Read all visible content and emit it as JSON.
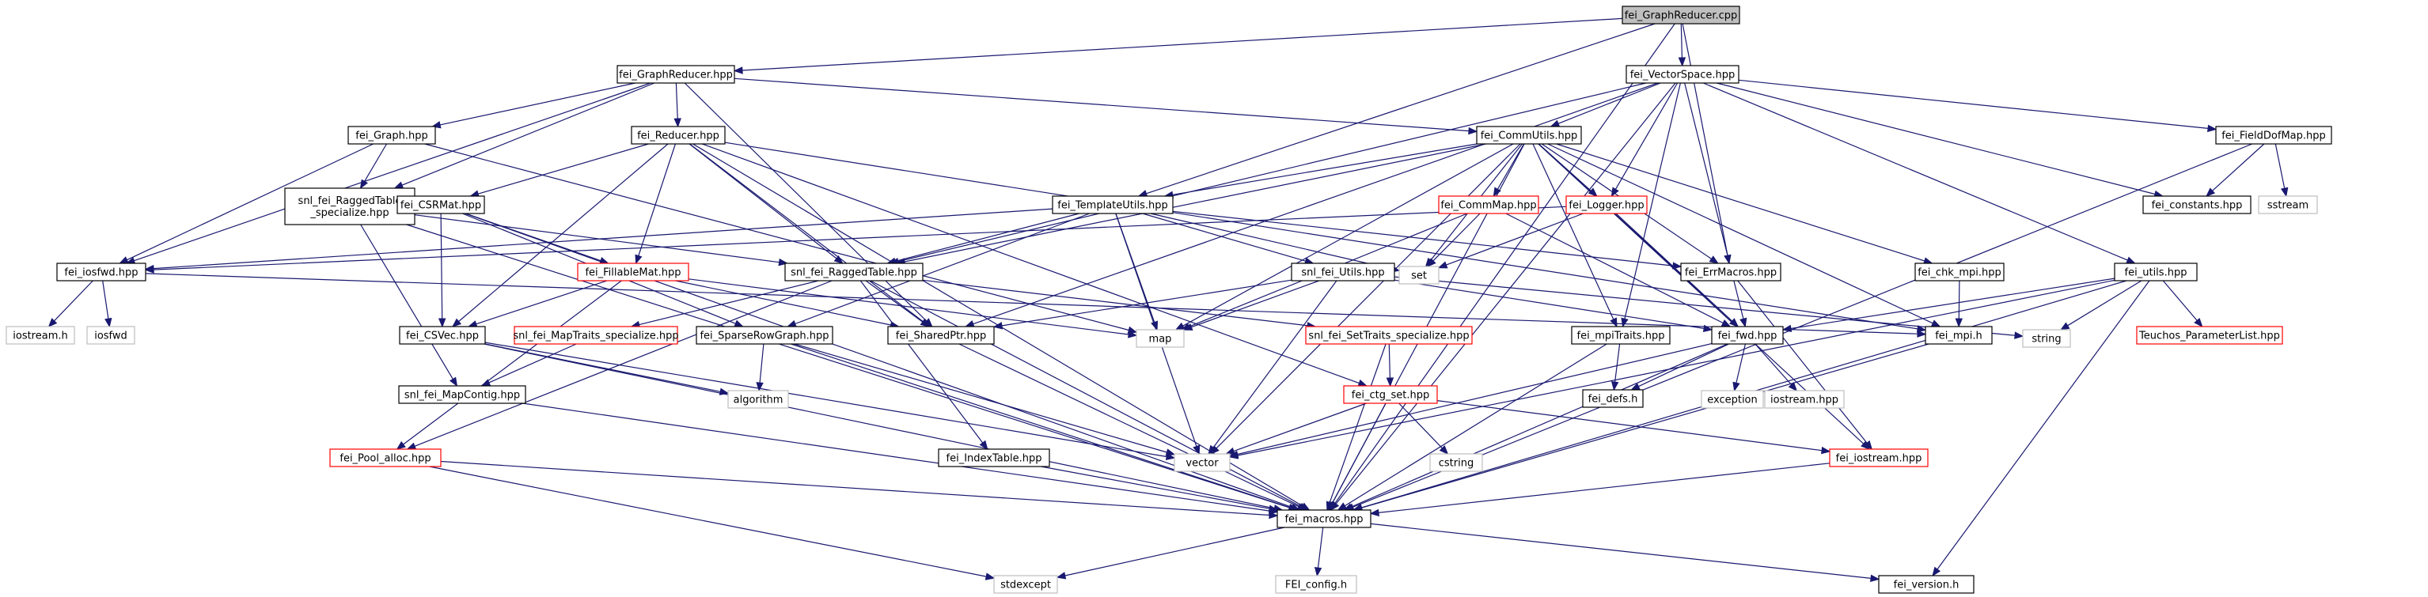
{
  "diagram": {
    "type": "include-dependency-graph",
    "colors": {
      "edge": "#191970",
      "root_fill": "#bfbfbf",
      "normal_border": "#000000",
      "red_border": "#ff0000",
      "system_border": "#bfbfbf",
      "system_text": "#7f7f7f"
    },
    "nodes": [
      {
        "id": "root",
        "label": "fei_GraphReducer.cpp",
        "kind": "root"
      },
      {
        "id": "graphreducer_hpp",
        "label": "fei_GraphReducer.hpp",
        "kind": "normal"
      },
      {
        "id": "vectorspace",
        "label": "fei_VectorSpace.hpp",
        "kind": "normal"
      },
      {
        "id": "graph",
        "label": "fei_Graph.hpp",
        "kind": "normal"
      },
      {
        "id": "reducer",
        "label": "fei_Reducer.hpp",
        "kind": "normal"
      },
      {
        "id": "commutils",
        "label": "fei_CommUtils.hpp",
        "kind": "normal"
      },
      {
        "id": "fielddofmap",
        "label": "fei_FieldDofMap.hpp",
        "kind": "normal"
      },
      {
        "id": "ragged_spec",
        "label": [
          "snl_fei_RaggedTable",
          "_specialize.hpp"
        ],
        "kind": "normal"
      },
      {
        "id": "csrmat",
        "label": "fei_CSRMat.hpp",
        "kind": "normal"
      },
      {
        "id": "templateutils",
        "label": "fei_TemplateUtils.hpp",
        "kind": "normal"
      },
      {
        "id": "commmap",
        "label": "fei_CommMap.hpp",
        "kind": "red"
      },
      {
        "id": "logger",
        "label": "fei_Logger.hpp",
        "kind": "red"
      },
      {
        "id": "constants",
        "label": "fei_constants.hpp",
        "kind": "normal"
      },
      {
        "id": "sstream",
        "label": "sstream",
        "kind": "system"
      },
      {
        "id": "iosfwd_hpp",
        "label": "fei_iosfwd.hpp",
        "kind": "normal"
      },
      {
        "id": "fillablemat",
        "label": "fei_FillableMat.hpp",
        "kind": "red"
      },
      {
        "id": "raggedtable",
        "label": "snl_fei_RaggedTable.hpp",
        "kind": "normal"
      },
      {
        "id": "snlutils",
        "label": "snl_fei_Utils.hpp",
        "kind": "normal"
      },
      {
        "id": "set",
        "label": "set",
        "kind": "system"
      },
      {
        "id": "errmacros",
        "label": "fei_ErrMacros.hpp",
        "kind": "normal"
      },
      {
        "id": "chkmpi",
        "label": "fei_chk_mpi.hpp",
        "kind": "normal"
      },
      {
        "id": "utils",
        "label": "fei_utils.hpp",
        "kind": "normal"
      },
      {
        "id": "iostream_h",
        "label": "iostream.h",
        "kind": "system"
      },
      {
        "id": "iosfwd",
        "label": "iosfwd",
        "kind": "system"
      },
      {
        "id": "csvec",
        "label": "fei_CSVec.hpp",
        "kind": "normal"
      },
      {
        "id": "maptraits",
        "label": "snl_fei_MapTraits_specialize.hpp",
        "kind": "red"
      },
      {
        "id": "sparserowgraph",
        "label": "fei_SparseRowGraph.hpp",
        "kind": "normal"
      },
      {
        "id": "sharedptr",
        "label": "fei_SharedPtr.hpp",
        "kind": "normal"
      },
      {
        "id": "map",
        "label": "map",
        "kind": "system"
      },
      {
        "id": "settraits",
        "label": "snl_fei_SetTraits_specialize.hpp",
        "kind": "red"
      },
      {
        "id": "mpitraits",
        "label": "fei_mpiTraits.hpp",
        "kind": "normal"
      },
      {
        "id": "fwd",
        "label": "fei_fwd.hpp",
        "kind": "normal"
      },
      {
        "id": "mpi_h",
        "label": "fei_mpi.h",
        "kind": "normal"
      },
      {
        "id": "string",
        "label": "string",
        "kind": "system"
      },
      {
        "id": "teuchos",
        "label": "Teuchos_ParameterList.hpp",
        "kind": "red"
      },
      {
        "id": "mapcontig",
        "label": "snl_fei_MapContig.hpp",
        "kind": "normal"
      },
      {
        "id": "algorithm",
        "label": "algorithm",
        "kind": "system"
      },
      {
        "id": "ctgset",
        "label": "fei_ctg_set.hpp",
        "kind": "red"
      },
      {
        "id": "defs",
        "label": "fei_defs.h",
        "kind": "normal"
      },
      {
        "id": "exception",
        "label": "exception",
        "kind": "system"
      },
      {
        "id": "iostreamhpp",
        "label": "iostream.hpp",
        "kind": "system"
      },
      {
        "id": "poolalloc",
        "label": "fei_Pool_alloc.hpp",
        "kind": "red"
      },
      {
        "id": "vector",
        "label": "vector",
        "kind": "system"
      },
      {
        "id": "cstring",
        "label": "cstring",
        "kind": "system"
      },
      {
        "id": "indextable",
        "label": "fei_IndexTable.hpp",
        "kind": "normal"
      },
      {
        "id": "fei_iostream",
        "label": "fei_iostream.hpp",
        "kind": "red"
      },
      {
        "id": "macros",
        "label": "fei_macros.hpp",
        "kind": "normal"
      },
      {
        "id": "stdexcept",
        "label": "stdexcept",
        "kind": "system"
      },
      {
        "id": "feiconfig",
        "label": "FEI_config.h",
        "kind": "system"
      },
      {
        "id": "version",
        "label": "fei_version.h",
        "kind": "normal"
      }
    ],
    "edges": [
      [
        "root",
        "graphreducer_hpp"
      ],
      [
        "root",
        "vectorspace"
      ],
      [
        "root",
        "templateutils"
      ],
      [
        "root",
        "errmacros"
      ],
      [
        "root",
        "macros"
      ],
      [
        "graphreducer_hpp",
        "iosfwd_hpp"
      ],
      [
        "graphreducer_hpp",
        "graph"
      ],
      [
        "graphreducer_hpp",
        "ragged_spec"
      ],
      [
        "graphreducer_hpp",
        "reducer"
      ],
      [
        "graphreducer_hpp",
        "commutils"
      ],
      [
        "graphreducer_hpp",
        "sharedptr"
      ],
      [
        "vectorspace",
        "constants"
      ],
      [
        "vectorspace",
        "fielddofmap"
      ],
      [
        "vectorspace",
        "commutils"
      ],
      [
        "vectorspace",
        "raggedtable"
      ],
      [
        "vectorspace",
        "logger"
      ],
      [
        "vectorspace",
        "fwd"
      ],
      [
        "vectorspace",
        "utils"
      ],
      [
        "vectorspace",
        "sharedptr"
      ],
      [
        "vectorspace",
        "mpitraits"
      ],
      [
        "vectorspace",
        "macros"
      ],
      [
        "graph",
        "ragged_spec"
      ],
      [
        "graph",
        "iosfwd_hpp"
      ],
      [
        "graph",
        "map"
      ],
      [
        "reducer",
        "csrmat"
      ],
      [
        "reducer",
        "fillablemat"
      ],
      [
        "reducer",
        "csvec"
      ],
      [
        "reducer",
        "sharedptr"
      ],
      [
        "reducer",
        "raggedtable"
      ],
      [
        "reducer",
        "mpi_h"
      ],
      [
        "reducer",
        "ctgset"
      ],
      [
        "reducer",
        "macros"
      ],
      [
        "commutils",
        "templateutils"
      ],
      [
        "commutils",
        "raggedtable"
      ],
      [
        "commutils",
        "commmap"
      ],
      [
        "commutils",
        "logger"
      ],
      [
        "commutils",
        "errmacros"
      ],
      [
        "commutils",
        "chkmpi"
      ],
      [
        "commutils",
        "mpi_h"
      ],
      [
        "commutils",
        "fwd"
      ],
      [
        "commutils",
        "map"
      ],
      [
        "commutils",
        "set"
      ],
      [
        "commutils",
        "vector"
      ],
      [
        "commutils",
        "mpitraits"
      ],
      [
        "commutils",
        "fei_iostream"
      ],
      [
        "commutils",
        "macros"
      ],
      [
        "fielddofmap",
        "constants"
      ],
      [
        "fielddofmap",
        "sstream"
      ],
      [
        "fielddofmap",
        "macros"
      ],
      [
        "ragged_spec",
        "raggedtable"
      ],
      [
        "ragged_spec",
        "mapcontig"
      ],
      [
        "ragged_spec",
        "macros"
      ],
      [
        "csrmat",
        "fillablemat"
      ],
      [
        "csrmat",
        "csvec"
      ],
      [
        "csrmat",
        "sparserowgraph"
      ],
      [
        "csrmat",
        "macros"
      ],
      [
        "templateutils",
        "iosfwd_hpp"
      ],
      [
        "templateutils",
        "raggedtable"
      ],
      [
        "templateutils",
        "snlutils"
      ],
      [
        "templateutils",
        "sparserowgraph"
      ],
      [
        "templateutils",
        "map"
      ],
      [
        "templateutils",
        "set"
      ],
      [
        "templateutils",
        "vector"
      ],
      [
        "templateutils",
        "errmacros"
      ],
      [
        "commmap",
        "set"
      ],
      [
        "commmap",
        "map"
      ],
      [
        "commmap",
        "fwd"
      ],
      [
        "logger",
        "set"
      ],
      [
        "logger",
        "iosfwd_hpp"
      ],
      [
        "logger",
        "fwd"
      ],
      [
        "fillablemat",
        "csvec"
      ],
      [
        "fillablemat",
        "poolalloc"
      ],
      [
        "fillablemat",
        "map"
      ],
      [
        "fillablemat",
        "sharedptr"
      ],
      [
        "raggedtable",
        "maptraits"
      ],
      [
        "raggedtable",
        "settraits"
      ],
      [
        "raggedtable",
        "sharedptr"
      ],
      [
        "raggedtable",
        "indextable"
      ],
      [
        "raggedtable",
        "poolalloc"
      ],
      [
        "raggedtable",
        "macros"
      ],
      [
        "snlutils",
        "fwd"
      ],
      [
        "snlutils",
        "map"
      ],
      [
        "snlutils",
        "vector"
      ],
      [
        "snlutils",
        "string"
      ],
      [
        "snlutils",
        "sharedptr"
      ],
      [
        "errmacros",
        "fei_iostream"
      ],
      [
        "chkmpi",
        "mpi_h"
      ],
      [
        "utils",
        "fwd"
      ],
      [
        "utils",
        "string"
      ],
      [
        "utils",
        "teuchos"
      ],
      [
        "utils",
        "vector"
      ],
      [
        "utils",
        "macros"
      ],
      [
        "utils",
        "version"
      ],
      [
        "iosfwd_hpp",
        "iostream_h"
      ],
      [
        "iosfwd_hpp",
        "iosfwd"
      ],
      [
        "iosfwd_hpp",
        "mpi_h"
      ],
      [
        "csvec",
        "algorithm"
      ],
      [
        "csvec",
        "vector"
      ],
      [
        "csvec",
        "macros"
      ],
      [
        "maptraits",
        "mapcontig"
      ],
      [
        "sparserowgraph",
        "algorithm"
      ],
      [
        "sparserowgraph",
        "vector"
      ],
      [
        "sparserowgraph",
        "macros"
      ],
      [
        "sharedptr",
        "macros"
      ],
      [
        "settraits",
        "ctgset"
      ],
      [
        "settraits",
        "macros"
      ],
      [
        "mpitraits",
        "defs"
      ],
      [
        "mpitraits",
        "macros"
      ],
      [
        "fwd",
        "defs"
      ],
      [
        "fwd",
        "exception"
      ],
      [
        "fwd",
        "iostreamhpp"
      ],
      [
        "fwd",
        "vector"
      ],
      [
        "fwd",
        "macros"
      ],
      [
        "mpi_h",
        "macros"
      ],
      [
        "mapcontig",
        "macros"
      ],
      [
        "ctgset",
        "vector"
      ],
      [
        "ctgset",
        "cstring"
      ],
      [
        "ctgset",
        "fei_iostream"
      ],
      [
        "ctgset",
        "macros"
      ],
      [
        "poolalloc",
        "stdexcept"
      ],
      [
        "poolalloc",
        "macros"
      ],
      [
        "indextable",
        "macros"
      ],
      [
        "fei_iostream",
        "macros"
      ],
      [
        "macros",
        "stdexcept"
      ],
      [
        "macros",
        "feiconfig"
      ],
      [
        "macros",
        "version"
      ]
    ]
  }
}
